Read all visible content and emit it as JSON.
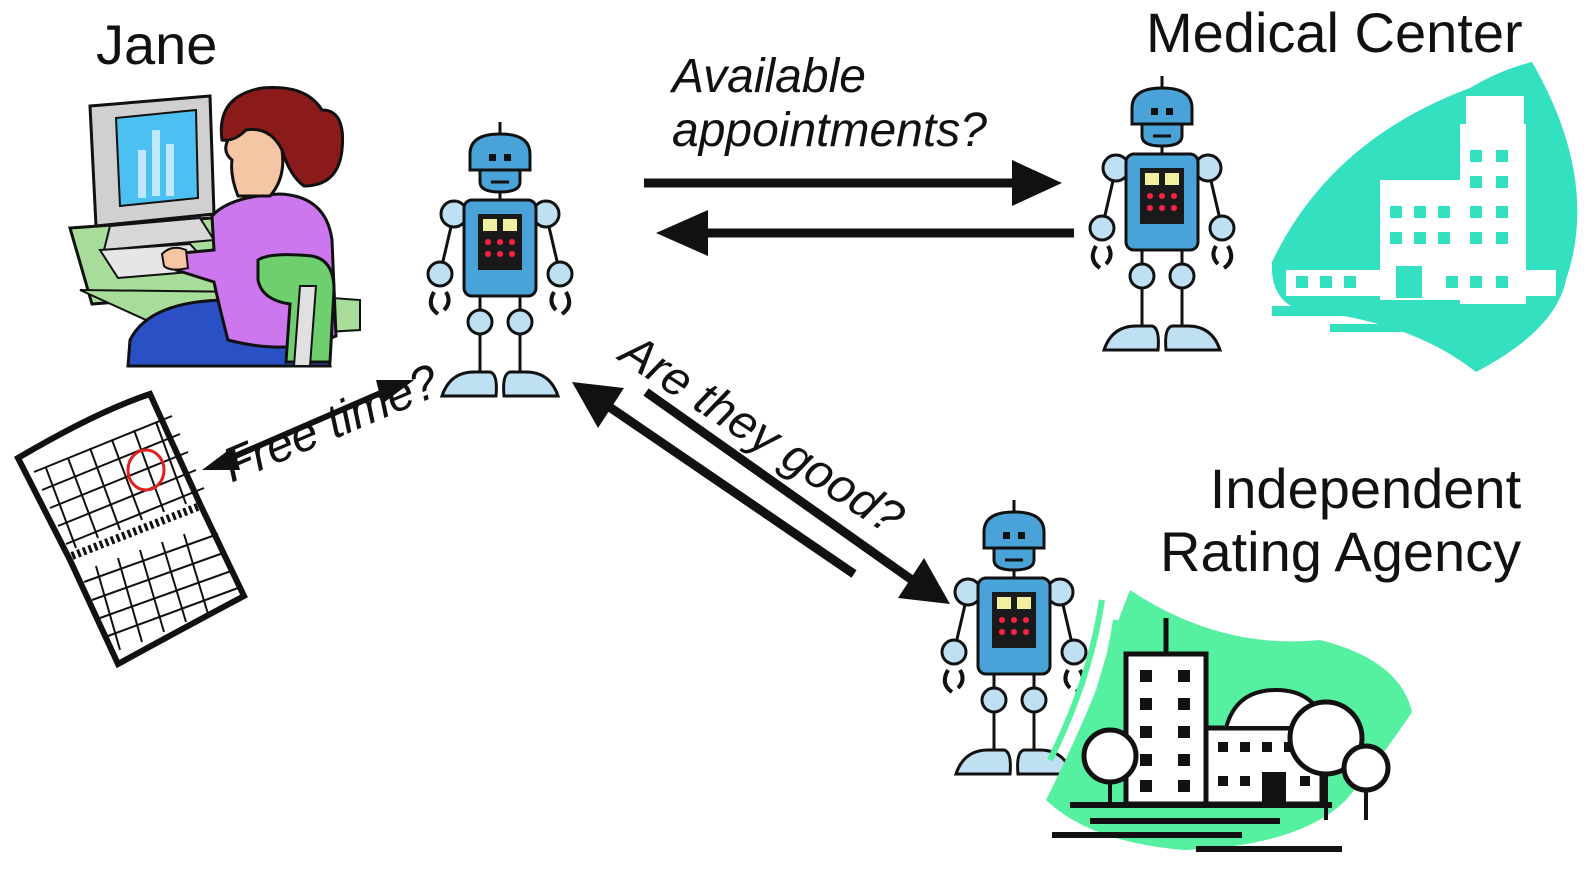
{
  "labels": {
    "jane": "Jane",
    "medical_center": "Medical Center",
    "agency_line1": "Independent",
    "agency_line2": "Rating Agency",
    "available_line1": "Available",
    "available_line2": "appointments?",
    "free_time": "Free time?",
    "are_they_good": "Are they good?"
  },
  "colors": {
    "robot_blue": "#4aa3d8",
    "robot_light": "#bfe0f2",
    "medical_teal": "#33e0c0",
    "agency_green": "#55f0a0",
    "jane_shirt": "#cc77ee",
    "jane_hair": "#8b1a1a",
    "calendar_mark": "#e02020"
  }
}
